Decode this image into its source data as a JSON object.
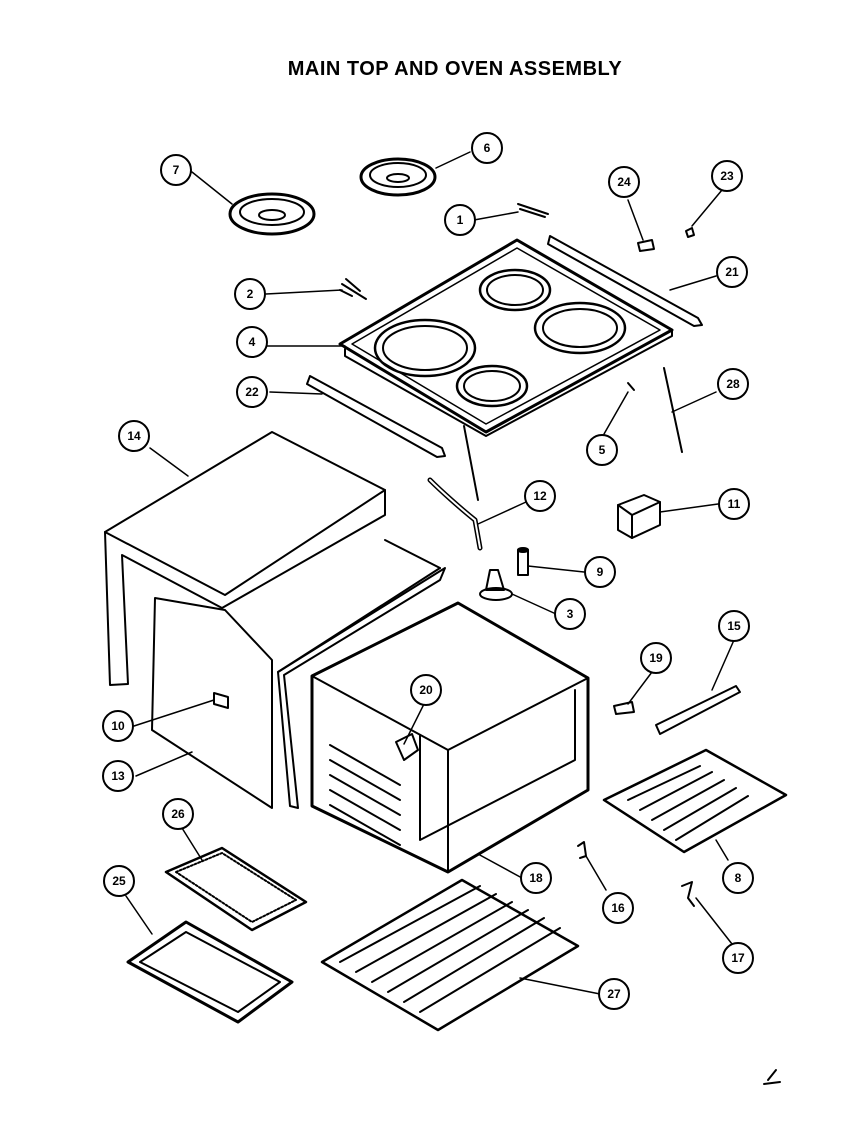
{
  "title": "MAIN TOP AND OVEN ASSEMBLY",
  "callouts": [
    {
      "label": "1"
    },
    {
      "label": "2"
    },
    {
      "label": "3"
    },
    {
      "label": "4"
    },
    {
      "label": "5"
    },
    {
      "label": "6"
    },
    {
      "label": "7"
    },
    {
      "label": "8"
    },
    {
      "label": "9"
    },
    {
      "label": "10"
    },
    {
      "label": "11"
    },
    {
      "label": "12"
    },
    {
      "label": "13"
    },
    {
      "label": "14"
    },
    {
      "label": "15"
    },
    {
      "label": "16"
    },
    {
      "label": "17"
    },
    {
      "label": "18"
    },
    {
      "label": "19"
    },
    {
      "label": "20"
    },
    {
      "label": "21"
    },
    {
      "label": "22"
    },
    {
      "label": "23"
    },
    {
      "label": "24"
    },
    {
      "label": "25"
    },
    {
      "label": "26"
    },
    {
      "label": "27"
    },
    {
      "label": "28"
    }
  ]
}
